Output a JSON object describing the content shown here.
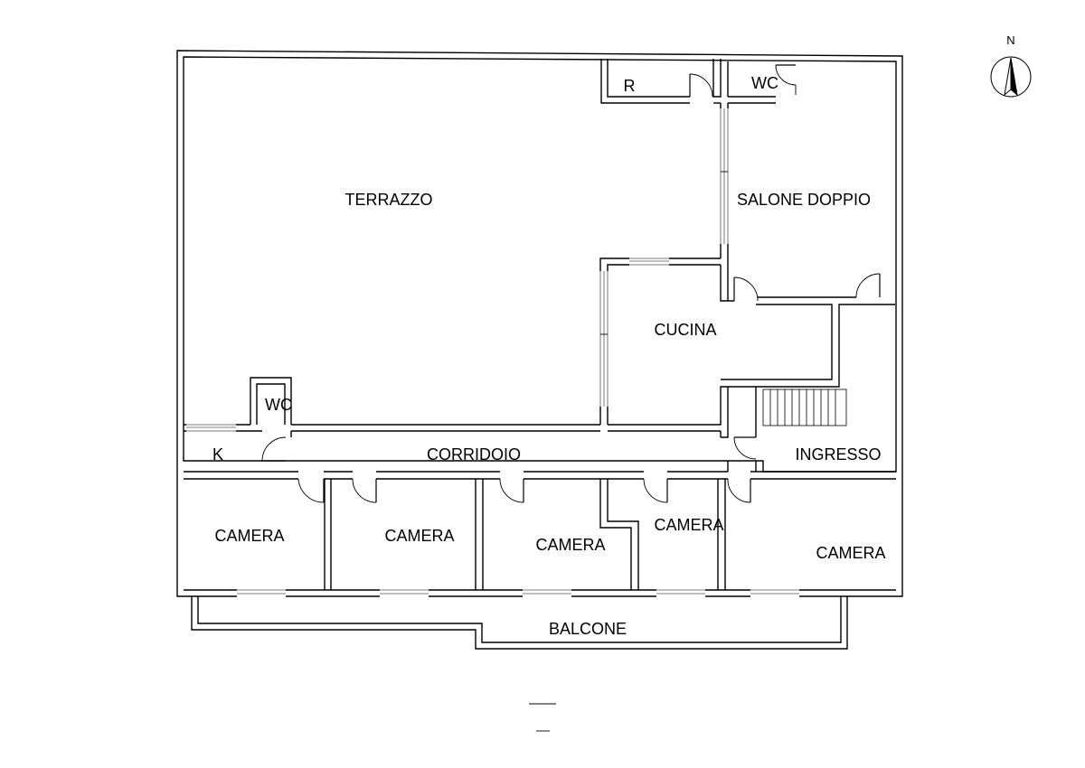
{
  "colors": {
    "line": "#000000",
    "background": "#ffffff"
  },
  "compass": {
    "label": "N",
    "icon": "north-arrow-icon"
  },
  "rooms": {
    "terrazzo": "TERRAZZO",
    "ripostiglio": "R",
    "wc_top": "WC",
    "salone": "SALONE DOPPIO",
    "cucina": "CUCINA",
    "wc_small": "WC",
    "k": "K",
    "corridoio": "CORRIDOIO",
    "ingresso": "INGRESSO",
    "camera_1": "CAMERA",
    "camera_2": "CAMERA",
    "camera_3": "CAMERA",
    "camera_4": "CAMERA",
    "camera_5": "CAMERA",
    "balcone": "BALCONE"
  }
}
